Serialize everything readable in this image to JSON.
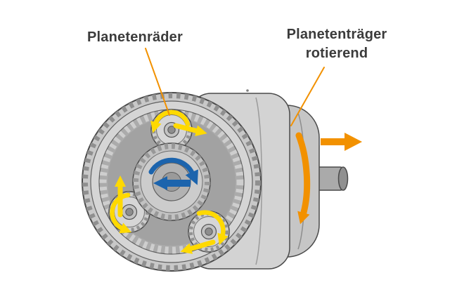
{
  "labels": {
    "planet_gears": "Planetenräder",
    "carrier_line1": "Planetenträger",
    "carrier_line2": "rotierend"
  },
  "colors": {
    "text": "#3b3b3b",
    "yellow": "#ffd900",
    "blue": "#1c64ad",
    "orange": "#f29100",
    "background": "#ffffff"
  }
}
